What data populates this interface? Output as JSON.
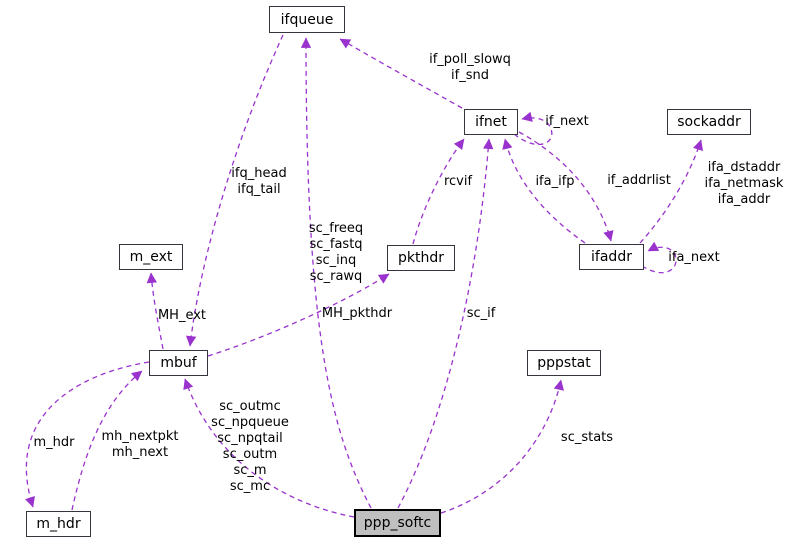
{
  "diagram": {
    "type": "collaboration-graph",
    "background_color": "#ffffff",
    "arrow_color": "#9a32cd",
    "node_border_color": "#35353d",
    "highlight_node_fill": "#bfbfbf",
    "highlighted_node": "ppp_softc"
  },
  "nodes": [
    {
      "id": "ifqueue",
      "label": "ifqueue"
    },
    {
      "id": "ifnet",
      "label": "ifnet"
    },
    {
      "id": "sockaddr",
      "label": "sockaddr"
    },
    {
      "id": "m_ext",
      "label": "m_ext"
    },
    {
      "id": "pkthdr",
      "label": "pkthdr"
    },
    {
      "id": "ifaddr",
      "label": "ifaddr"
    },
    {
      "id": "mbuf",
      "label": "mbuf"
    },
    {
      "id": "pppstat",
      "label": "pppstat"
    },
    {
      "id": "m_hdr",
      "label": "m_hdr"
    },
    {
      "id": "ppp_softc",
      "label": "ppp_softc"
    }
  ],
  "edge_labels": [
    {
      "id": "if_poll_slowq",
      "text": "if_poll_slowq\nif_snd"
    },
    {
      "id": "if_next",
      "text": "if_next"
    },
    {
      "id": "ifq_head",
      "text": "ifq_head\nifq_tail"
    },
    {
      "id": "rcvif",
      "text": "rcvif"
    },
    {
      "id": "ifa_ifp",
      "text": "ifa_ifp"
    },
    {
      "id": "if_addrlist",
      "text": "if_addrlist"
    },
    {
      "id": "ifa_addrs",
      "text": "ifa_dstaddr\nifa_netmask\nifa_addr"
    },
    {
      "id": "sc_queues",
      "text": "sc_freeq\nsc_fastq\nsc_inq\nsc_rawq"
    },
    {
      "id": "ifa_next",
      "text": "ifa_next"
    },
    {
      "id": "MH_ext",
      "text": "MH_ext"
    },
    {
      "id": "MH_pkthdr",
      "text": "MH_pkthdr"
    },
    {
      "id": "sc_if",
      "text": "sc_if"
    },
    {
      "id": "m_hdr",
      "text": "m_hdr"
    },
    {
      "id": "mh_nextpkt",
      "text": "mh_nextpkt\nmh_next"
    },
    {
      "id": "sc_mbufs",
      "text": "sc_outmc\nsc_npqueue\nsc_npqtail\nsc_outm\nsc_m\nsc_mc"
    },
    {
      "id": "sc_stats",
      "text": "sc_stats"
    }
  ]
}
